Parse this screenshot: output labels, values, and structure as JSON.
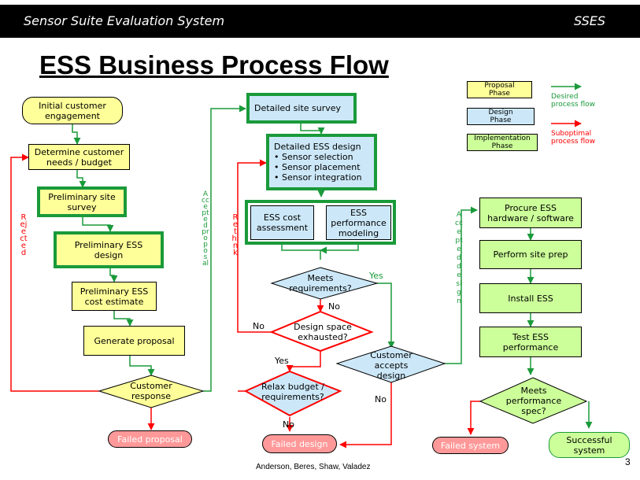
{
  "header": {
    "left_title": "Sensor Suite Evaluation System",
    "right_title": "SSES"
  },
  "slide_title": "ESS Business Process Flow",
  "legend": {
    "proposal": "Proposal\nPhase",
    "design": "Design\nPhase",
    "implementation": "Implementation\nPhase",
    "desired": "Desired\nprocess flow",
    "suboptimal": "Suboptimal\nprocess flow"
  },
  "proposal_phase": {
    "initial": "Initial customer\nengagement",
    "determine": "Determine customer\nneeds / budget",
    "prelim_survey": "Preliminary site\nsurvey",
    "prelim_design": "Preliminary ESS\ndesign",
    "prelim_cost": "Preliminary ESS\ncost estimate",
    "generate": "Generate proposal",
    "response": "Customer\nresponse",
    "failed": "Failed proposal"
  },
  "design_phase": {
    "site_survey": "Detailed site survey",
    "detailed_design": "Detailed ESS design\n• Sensor selection\n• Sensor placement\n• Sensor integration",
    "cost": "ESS cost\nassessment",
    "perf": "ESS\nperformance\nmodeling",
    "meets_req": "Meets\nrequirements?",
    "exhausted": "Design space\nexhausted?",
    "relax": "Relax budget /\nrequirements?",
    "accepts": "Customer\naccepts\ndesign",
    "failed": "Failed design"
  },
  "implementation_phase": {
    "procure": "Procure ESS\nhardware / software",
    "prep": "Perform site prep",
    "install": "Install ESS",
    "test": "Test ESS\nperformance",
    "meets_spec": "Meets\nperformance\nspec?",
    "failed": "Failed system",
    "success": "Successful\nsystem"
  },
  "edge_labels": {
    "yes1": "Yes",
    "no1": "No",
    "no2": "No",
    "yes2": "Yes",
    "no3": "No",
    "no4": "No"
  },
  "vertical_labels": {
    "rejected": "Rejected",
    "accepted_proposal": "Accepted proposal",
    "rethink": "Rethink",
    "accepted_design": "Accepted design"
  },
  "footer": "Anderson, Beres, Shaw, Valadez",
  "page_number": "3",
  "colors": {
    "proposal": "#ffff99",
    "design": "#cce8f8",
    "implementation": "#ccff99",
    "failed": "#ff9999",
    "desired_flow": "#1a9a3a",
    "suboptimal_flow": "#ff0000"
  }
}
